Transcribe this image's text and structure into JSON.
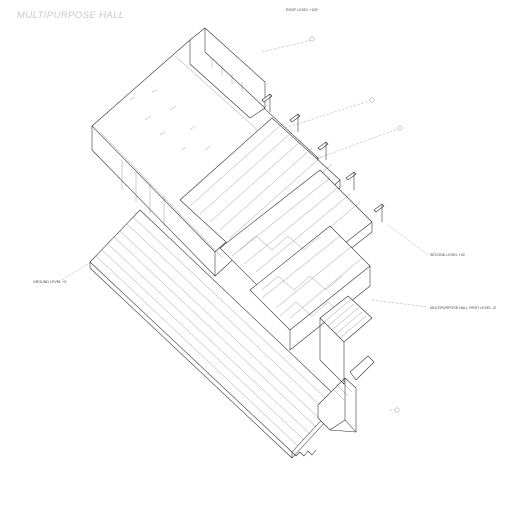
{
  "title": "MULTIPURPOSE HALL",
  "labels": {
    "roof": "ROOF LEVEL +100'",
    "second": "SECOND LEVEL +16'",
    "multipurpose": "MULTIPURPOSE HALL FIRST LEVEL -8'",
    "ground": "GROUND LEVEL +0'"
  }
}
